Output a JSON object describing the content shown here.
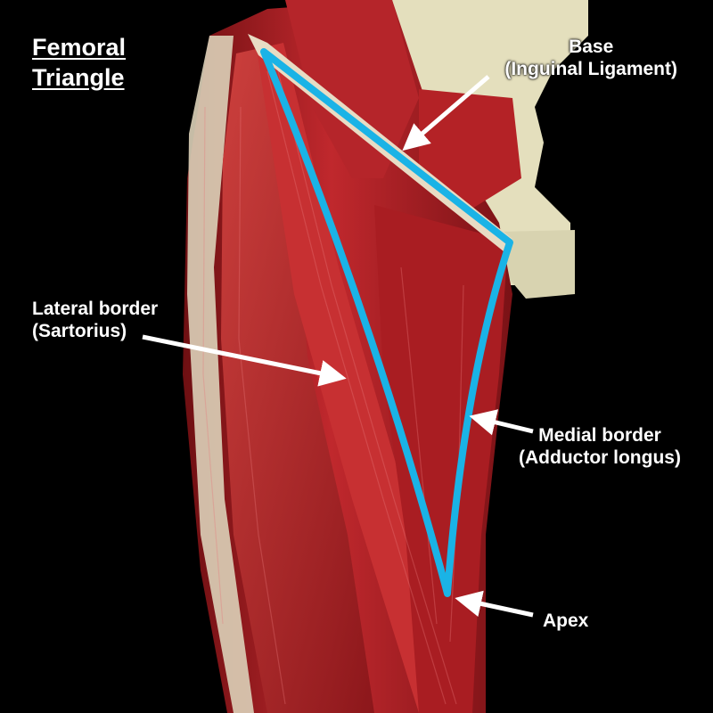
{
  "title": {
    "line1": "Femoral",
    "line2": "Triangle"
  },
  "labels": {
    "base": {
      "line1": "Base",
      "line2": "(Inguinal Ligament)"
    },
    "lateral": {
      "line1": "Lateral border",
      "line2": "(Sartorius)"
    },
    "medial": {
      "line1": "Medial border",
      "line2": "(Adductor longus)"
    },
    "apex": {
      "line1": "Apex"
    }
  },
  "colors": {
    "background": "#000000",
    "triangle_outline": "#1ab3e6",
    "muscle": "#b8242a",
    "tendon": "#e8dcc4",
    "bone": "#e6e2c0",
    "arrow": "#ffffff"
  }
}
